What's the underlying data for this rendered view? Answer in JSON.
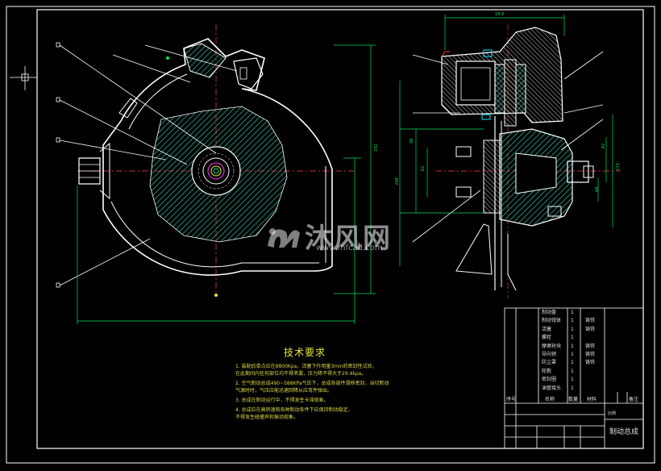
{
  "drawing": {
    "tech_title": "技术要求",
    "requirements": [
      "1. 装配后单点应在8800Kpa，活塞下作用量3min的密封性试验，\n   在此期间内任何部位均不得泄漏，压力降不得大于29.4kpa。",
      "2. 空气制动总成490~588KPa气压下，总成各部件滑移密封，当切制动\n   气源时时，气压应能迅速回降从应弯件弹出。",
      "3. 总成在制动运行中，不得发生卡滞现象。",
      "4. 总成应在高转速和各种制动条件下应保持制动稳定，\n   不得发生碰撞声和振动现象。"
    ],
    "title_block": {
      "drawing_name": "制动总成",
      "scale_note": "比例",
      "columns": [
        "序号",
        "名称",
        "数量",
        "材料",
        "备注"
      ],
      "rows": [
        {
          "name": "制动盘",
          "qty": "1",
          "mat": ""
        },
        {
          "name": "制动钳体",
          "qty": "1",
          "mat": "铸铁"
        },
        {
          "name": "活塞",
          "qty": "1",
          "mat": "铸铁"
        },
        {
          "name": "螺栓",
          "qty": "1",
          "mat": ""
        },
        {
          "name": "摩擦衬块",
          "qty": "1",
          "mat": "铸铁"
        },
        {
          "name": "导向销",
          "qty": "1",
          "mat": "铸铁"
        },
        {
          "name": "防尘罩",
          "qty": "1",
          "mat": "铸铁"
        },
        {
          "name": "轮毂",
          "qty": "1",
          "mat": ""
        },
        {
          "name": "密封圈",
          "qty": "1",
          "mat": ""
        },
        {
          "name": "油管接头",
          "qty": "1",
          "mat": ""
        }
      ]
    },
    "dims": {
      "d1": "232",
      "d2": "18.8",
      "d3": "172",
      "d4": "248",
      "d5": "38",
      "d6": "62",
      "d7": "42",
      "d8": "48"
    },
    "watermark": {
      "text": "沐风网",
      "url": "www.mfcad.com"
    },
    "colors": {
      "frame": "#ffffff",
      "outline": "#ffffff",
      "hatch": "#2fbfa8",
      "leader": "#ffffff",
      "dimension": "#00e060",
      "center": "#ff4040",
      "cyan": "#00e8ff",
      "magenta": "#ff40ff",
      "yellow": "#e8e838"
    }
  }
}
